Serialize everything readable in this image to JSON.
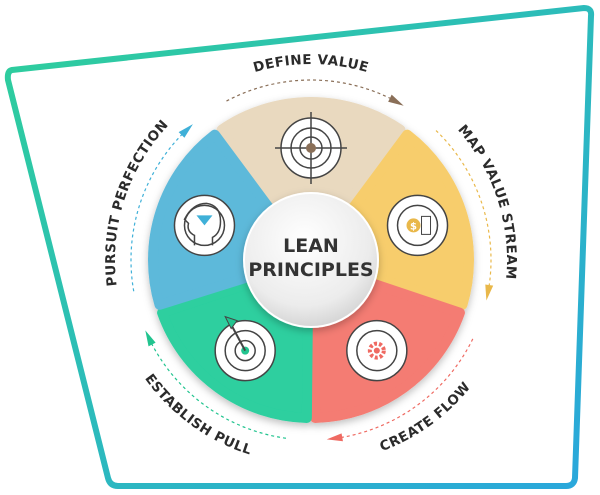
{
  "center": {
    "line1": "LEAN",
    "line2": "PRINCIPLES"
  },
  "principles": [
    {
      "label": "DEFINE VALUE",
      "color": "#e9d9bf",
      "accent": "#8a6f58",
      "icon": "target-crosshair-icon"
    },
    {
      "label": "MAP VALUE STREAM",
      "color": "#f7cd6c",
      "accent": "#e9b84a",
      "icon": "money-cycle-icon"
    },
    {
      "label": "CREATE FLOW",
      "color": "#f47b73",
      "accent": "#ef6a62",
      "icon": "gear-cycle-icon"
    },
    {
      "label": "ESTABLISH PULL",
      "color": "#2dcf9f",
      "accent": "#22c48f",
      "icon": "arrow-target-icon"
    },
    {
      "label": "PURSUIT PERFECTION",
      "color": "#5db9da",
      "accent": "#3fb0d8",
      "icon": "head-diamond-icon"
    }
  ],
  "frame": {
    "gradient_start": "#2ecf9a",
    "gradient_end": "#2aa7dc"
  }
}
